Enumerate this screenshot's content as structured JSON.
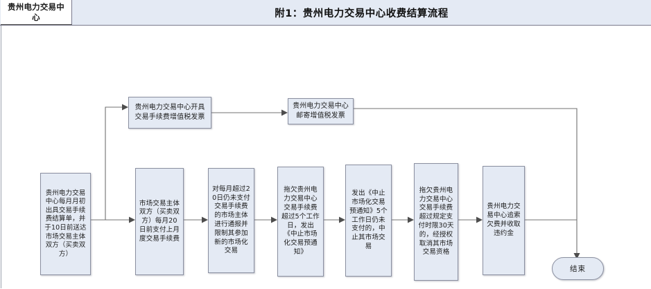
{
  "header": {
    "logo_text": "贵州电力交易中心",
    "title": "附1：贵州电力交易中心收费结算流程"
  },
  "flow": {
    "top_row": [
      {
        "id": "invoice-issue",
        "label": "贵州电力交易中心开具交易手续费增值税发票"
      },
      {
        "id": "invoice-mail",
        "label": "贵州电力交易中心邮寄增值税发票"
      }
    ],
    "main_row": [
      {
        "id": "step-1",
        "label": "贵州电力交易中心每月月初出具交易手续费结算单，并于10日前送达市场交易主体双方（买卖双方）"
      },
      {
        "id": "step-2",
        "label": "市场交易主体双方（买卖双方）每月20日前支付上月度交易手续费"
      },
      {
        "id": "step-3",
        "label": "对每月超过20日仍未支付交易手续费的市场主体进行通报并限制其参加新的市场化交易"
      },
      {
        "id": "step-4",
        "label": "拖欠贵州电力交易中心交易手续费超过5个工作日，发出《中止市场化交易预通知》"
      },
      {
        "id": "step-5",
        "label": "发出《中止市场化交易预通知》5个工作日仍未支付的，中止其市场交易"
      },
      {
        "id": "step-6",
        "label": "拖欠贵州电力交易中心交易手续费超过规定支付时限30天的，经授权取消其市场交易资格"
      },
      {
        "id": "step-7",
        "label": "贵州电力交易中心追索欠费并收取违约金"
      }
    ],
    "terminator": {
      "id": "end",
      "label": "结束"
    }
  },
  "style": {
    "node_fill": "#e4eaf4",
    "node_border": "#8a8fa0",
    "header_fill": "#e4eaf4",
    "wire_color": "#707070"
  }
}
